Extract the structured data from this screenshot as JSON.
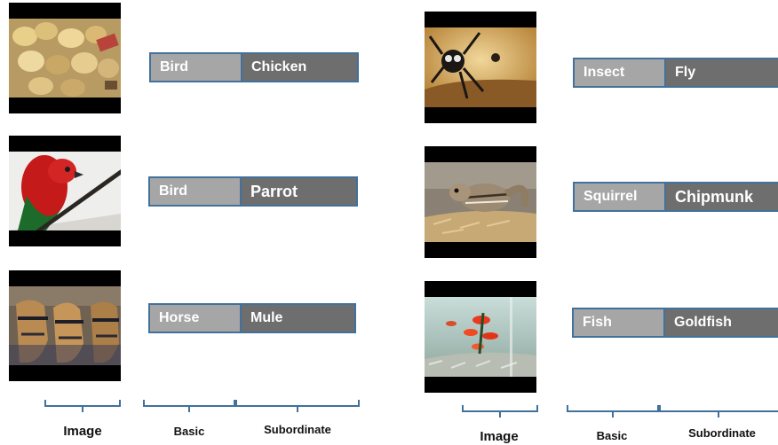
{
  "columns": [
    {
      "rows": [
        {
          "image": "chicks-photo",
          "basic": "Bird",
          "subordinate": "Chicken"
        },
        {
          "image": "parrot-photo",
          "basic": "Bird",
          "subordinate": "Parrot"
        },
        {
          "image": "horses-photo",
          "basic": "Horse",
          "subordinate": "Mule"
        }
      ],
      "captions": {
        "image": "Image",
        "basic": "Basic",
        "subordinate": "Subordinate"
      }
    },
    {
      "rows": [
        {
          "image": "spider-photo",
          "basic": "Insect",
          "subordinate": "Fly"
        },
        {
          "image": "chipmunk-photo",
          "basic": "Squirrel",
          "subordinate": "Chipmunk"
        },
        {
          "image": "goldfish-photo",
          "basic": "Fish",
          "subordinate": "Goldfish"
        }
      ],
      "captions": {
        "image": "Image",
        "basic": "Basic",
        "subordinate": "Subordinate"
      }
    }
  ],
  "colors": {
    "basic_fill": "#a6a6a6",
    "subordinate_fill": "#6e6e6e",
    "border": "#41719c"
  }
}
